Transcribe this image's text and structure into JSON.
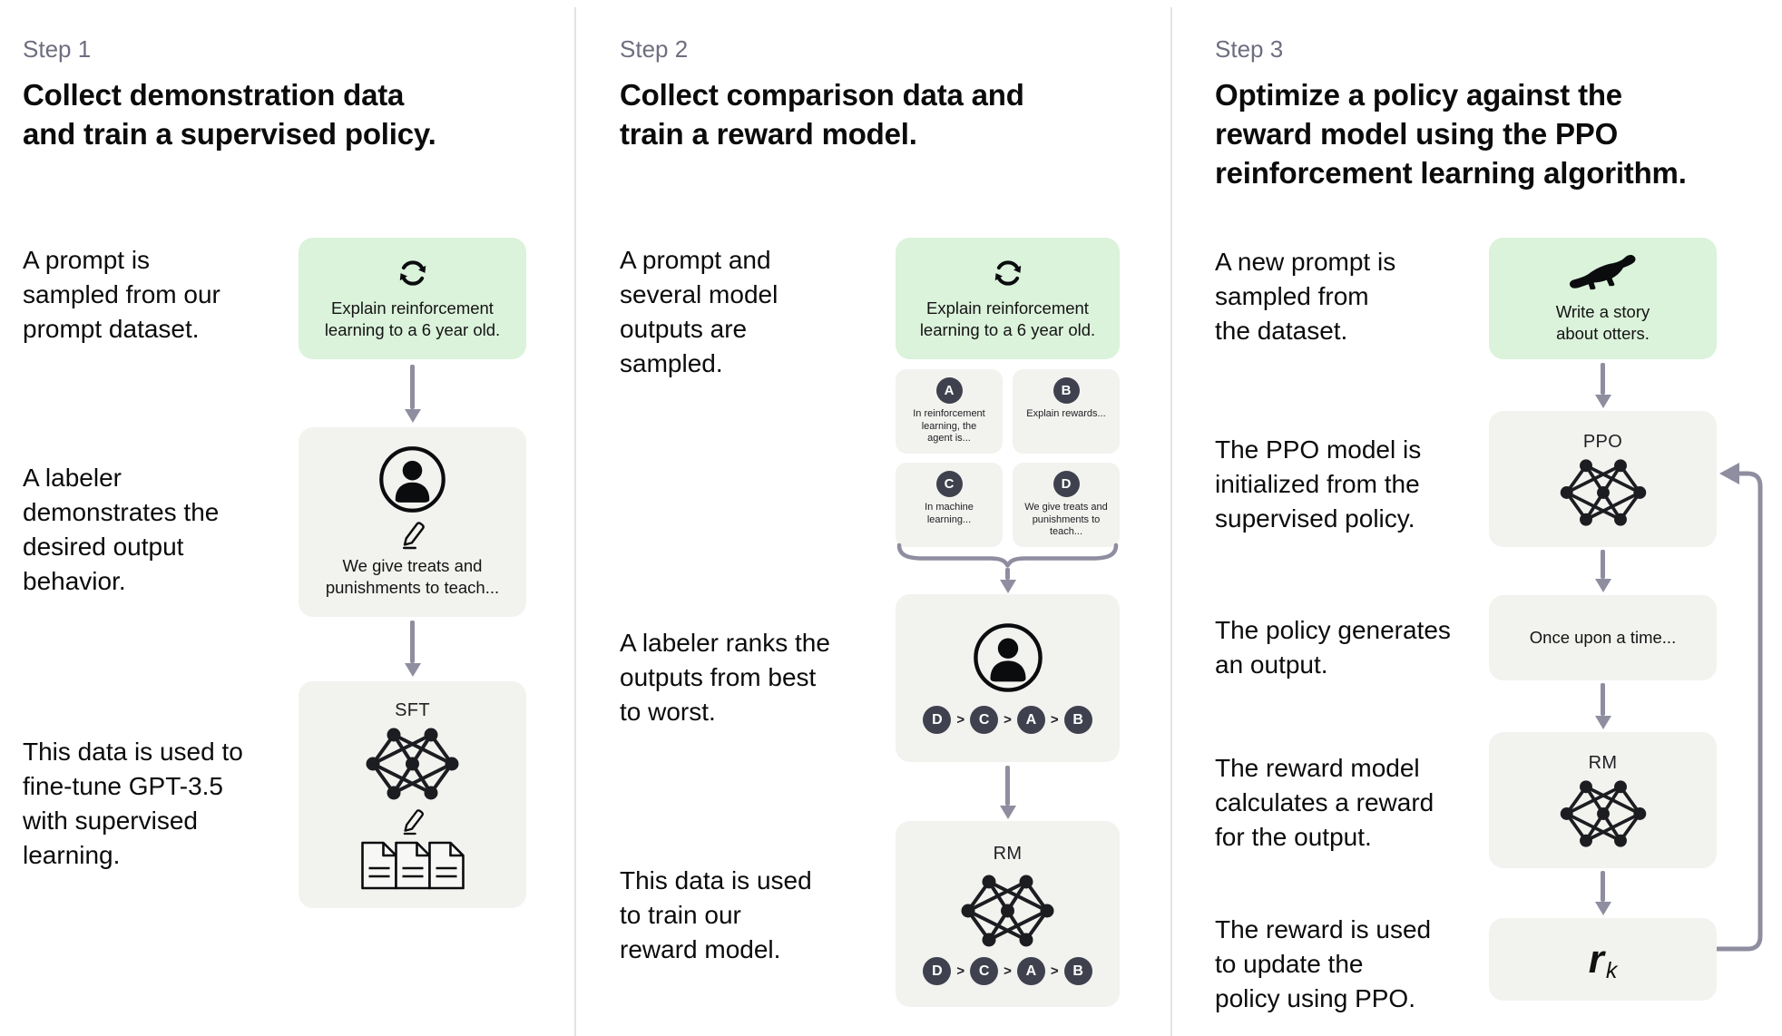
{
  "colors": {
    "prompt_green": "#dbf2db",
    "panel_gray": "#f2f2ef",
    "arrow_gray": "#8e8ea0",
    "chip_dark": "#40414f",
    "step_label_gray": "#6e6e80"
  },
  "icons": {
    "cycle": "cycle-icon",
    "person": "person-icon",
    "pencil": "pencil-icon",
    "network": "network-icon",
    "document": "document-icon",
    "otter": "otter-icon"
  },
  "steps": [
    {
      "label": "Step 1",
      "title": "Collect demonstration data\nand train a supervised policy.",
      "captions": [
        "A prompt is\nsampled from our\nprompt dataset.",
        "A labeler\ndemonstrates the\ndesired output\nbehavior.",
        "This data is used to\nfine-tune GPT-3.5\nwith supervised\nlearning."
      ],
      "prompt_text": "Explain reinforcement\nlearning to a 6 year old.",
      "labeler_text": "We give treats and\npunishments to teach...",
      "model_label": "SFT"
    },
    {
      "label": "Step 2",
      "title": "Collect comparison data and\ntrain a reward model.",
      "captions": [
        "A prompt and\nseveral model\noutputs are\nsampled.",
        "A labeler ranks the\noutputs from best\nto worst.",
        "This data is used\nto train our\nreward model."
      ],
      "prompt_text": "Explain reinforcement\nlearning to a 6 year old.",
      "outputs": [
        {
          "letter": "A",
          "text": "In reinforcement\nlearning, the\nagent is..."
        },
        {
          "letter": "B",
          "text": "Explain rewards..."
        },
        {
          "letter": "C",
          "text": "In machine\nlearning..."
        },
        {
          "letter": "D",
          "text": "We give treats and\npunishments to\nteach..."
        }
      ],
      "ranking": {
        "items": [
          "D",
          "C",
          "A",
          "B"
        ],
        "separator": ">"
      },
      "model_label": "RM"
    },
    {
      "label": "Step 3",
      "title": "Optimize a policy against the\nreward model using the PPO\nreinforcement learning algorithm.",
      "captions": [
        "A new prompt is\nsampled from\nthe dataset.",
        "The PPO model is\ninitialized from the\nsupervised policy.",
        "The policy generates\nan output.",
        "The reward model\ncalculates a reward\nfor the output.",
        "The reward is used\nto update the\npolicy using PPO."
      ],
      "prompt_text": "Write a story\nabout otters.",
      "policy_label": "PPO",
      "output_text": "Once upon a time...",
      "model_label": "RM",
      "reward": {
        "base": "r",
        "subscript": "k"
      }
    }
  ]
}
